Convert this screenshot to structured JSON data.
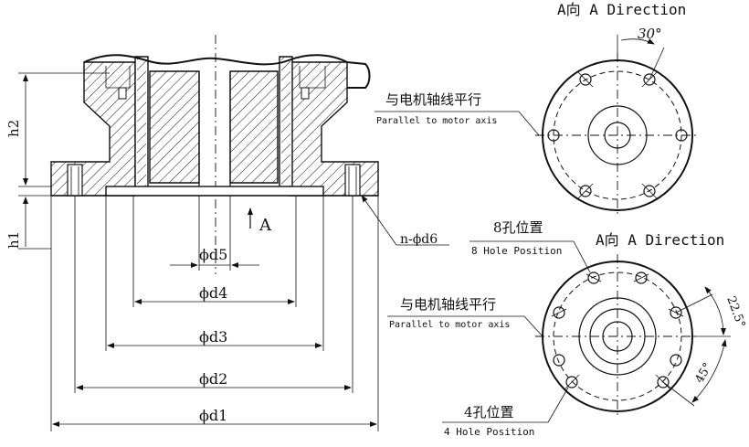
{
  "section": {
    "h1": "h1",
    "h2": "h2",
    "d1": "ϕd1",
    "d2": "ϕd2",
    "d3": "ϕd3",
    "d4": "ϕd4",
    "d5": "ϕd5",
    "hole_callout": "n-ϕd6",
    "view_arrow": "A"
  },
  "view_top": {
    "title": "A向 A Direction",
    "angle": "30°",
    "parallel_cn": "与电机轴线平行",
    "parallel_en": "Parallel to motor axis"
  },
  "view_bottom": {
    "title": "A向 A Direction",
    "angle_a": "22.5°",
    "angle_b": "45°",
    "hole8_cn": "8孔位置",
    "hole8_en": "8 Hole Position",
    "hole4_cn": "4孔位置",
    "hole4_en": "4 Hole Position",
    "parallel_cn": "与电机轴线平行",
    "parallel_en": "Parallel to motor axis"
  }
}
